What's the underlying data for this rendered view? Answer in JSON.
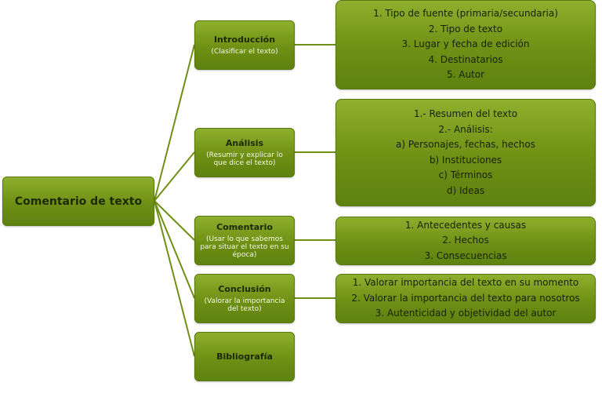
{
  "root": {
    "label": "Comentario de texto"
  },
  "sections": [
    {
      "title": "Introducción",
      "subtitle": "(Clasificar el texto)",
      "details": [
        "1. Tipo de fuente (primaria/secundaria)",
        "2. Tipo de texto",
        "3. Lugar y fecha de edición",
        "4. Destinatarios",
        "5. Autor"
      ]
    },
    {
      "title": "Análisis",
      "subtitle": "(Resumir y explicar lo que dice el texto)",
      "details": [
        "1.- Resumen del texto",
        "2.- Análisis:",
        "a) Personajes, fechas, hechos",
        "b) Instituciones",
        "c) Términos",
        "d) Ideas"
      ]
    },
    {
      "title": "Comentario",
      "subtitle": "(Usar lo que sabemos para situar el texto en su época)",
      "details": [
        "1. Antecedentes y causas",
        "2. Hechos",
        "3. Consecuencias"
      ]
    },
    {
      "title": "Conclusión",
      "subtitle": "(Valorar la importancia del texto)",
      "details": [
        "1. Valorar importancia del texto en su momento",
        "2. Valorar la importancia del texto para  nosotros",
        "3. Autenticidad y objetividad del autor"
      ]
    },
    {
      "title": "Bibliografía",
      "subtitle": "",
      "details": []
    }
  ],
  "colors": {
    "box_light": "#8fb02e",
    "box_dark": "#5f8110",
    "connector": "#6e9014"
  }
}
